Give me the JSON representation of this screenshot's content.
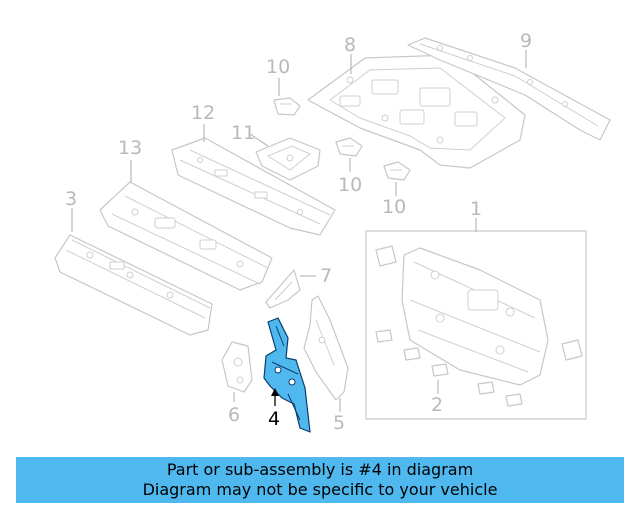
{
  "diagram": {
    "part_numbers": {
      "p1": "1",
      "p2": "2",
      "p3": "3",
      "p4": "4",
      "p5": "5",
      "p6": "6",
      "p7": "7",
      "p8": "8",
      "p9": "9",
      "p10a": "10",
      "p10b": "10",
      "p10c": "10",
      "p11": "11",
      "p12": "12",
      "p13": "13"
    },
    "highlighted_part": "4",
    "colors": {
      "highlight": "#4fb9ef",
      "line_art": "#c7c7c7",
      "highlight_outline": "#0b3d6b"
    }
  },
  "banner": {
    "line1": "Part or sub-assembly is #4 in diagram",
    "line2": "Diagram may not be specific to your vehicle"
  }
}
